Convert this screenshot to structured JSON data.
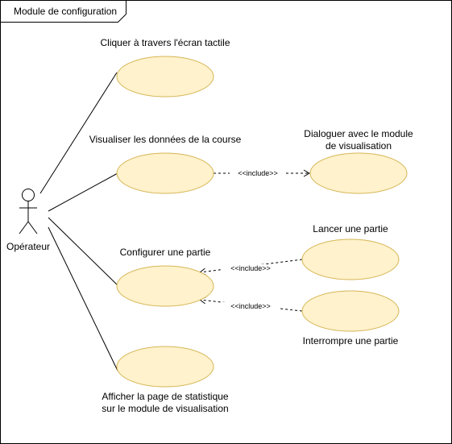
{
  "frame": {
    "title": "Module de configuration"
  },
  "actor": {
    "name": "Opérateur"
  },
  "use_cases": {
    "click": "Cliquer à travers l'écran tactile",
    "visualize": "Visualiser les données de la course",
    "dialog_line1": "Dialoguer avec le module",
    "dialog_line2": "de visualisation",
    "configure": "Configurer une partie",
    "launch": "Lancer une partie",
    "interrupt": "Interrompre une partie",
    "stats_line1": "Afficher la page de statistique",
    "stats_line2": "sur le module de visualisation"
  },
  "relations": {
    "include_visualize_dialog": "<<include>>",
    "include_configure_launch": "<<include>>",
    "include_configure_interrupt": "<<include>>"
  },
  "colors": {
    "use_case_fill": "#fff2cc",
    "use_case_stroke": "#d6b656",
    "line": "#000000"
  }
}
